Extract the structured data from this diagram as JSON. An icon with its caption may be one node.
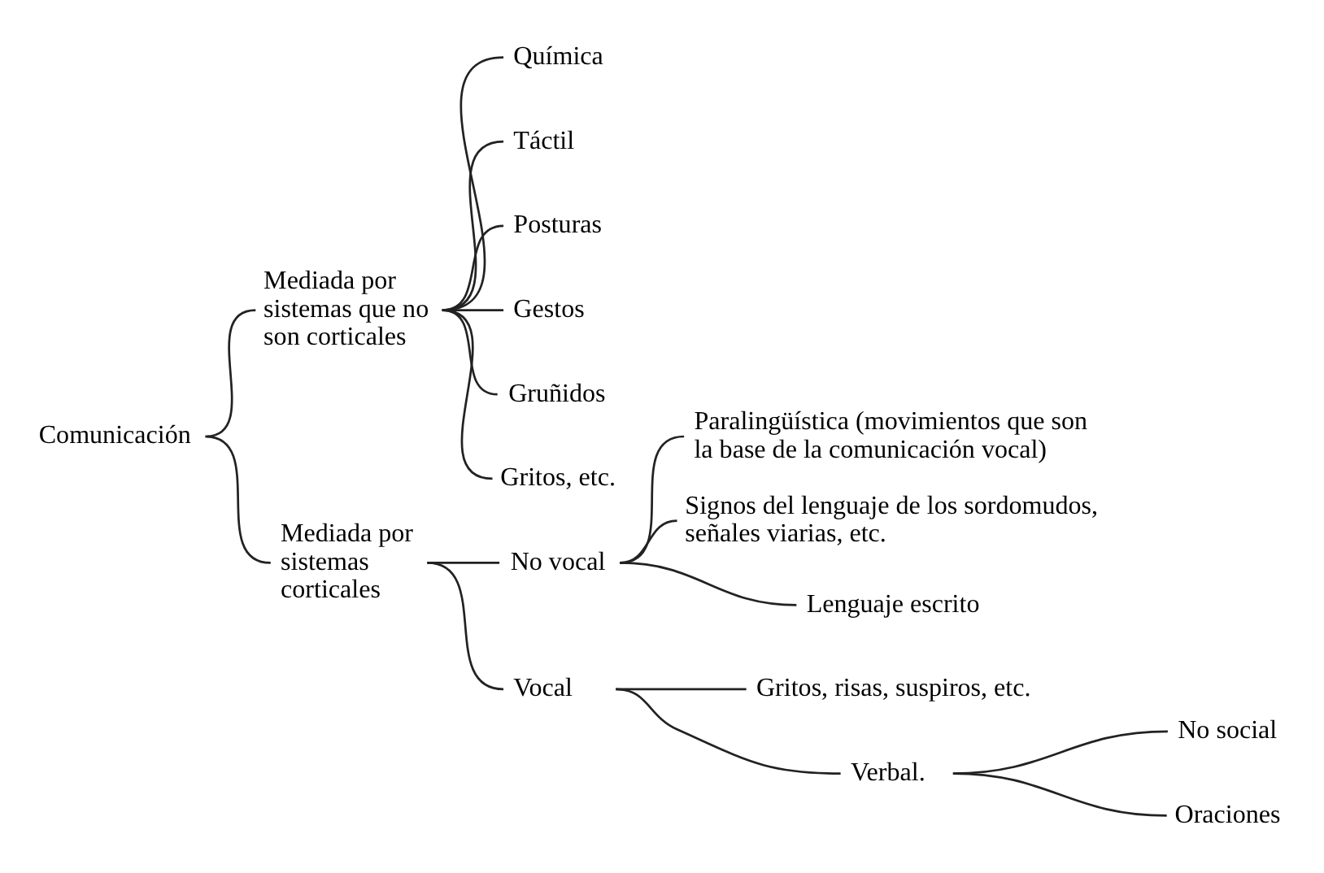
{
  "diagram": {
    "nodes": [
      {
        "text": [
          "Comunicación"
        ]
      },
      {
        "text": [
          "Mediada por sistemas que no son corticales"
        ]
      },
      {
        "text": [
          "Química"
        ]
      },
      {
        "text": [
          "Táctil"
        ]
      },
      {
        "text": [
          "Posturas"
        ]
      },
      {
        "text": [
          "Gestos"
        ]
      },
      {
        "text": [
          "Gruñidos"
        ]
      },
      {
        "text": [
          "Gritos, etc."
        ]
      },
      {
        "text": [
          "Mediada por sistemas corticales"
        ]
      },
      {
        "text": [
          "No vocal"
        ]
      },
      {
        "text": [
          "Paralingüística (movimientos que son la base de la comunicación vocal)"
        ]
      },
      {
        "text": [
          "Signos del lenguaje de los sordomudos, señales viarias, etc."
        ]
      },
      {
        "text": [
          "Lenguaje escrito"
        ]
      },
      {
        "text": [
          "Vocal"
        ]
      },
      {
        "text": [
          "Gritos, risas, suspiros, etc."
        ]
      },
      {
        "text": [
          "Verbal."
        ]
      },
      {
        "text": [
          "No social"
        ]
      },
      {
        "text": [
          "Oraciones"
        ]
      }
    ],
    "edges": [
      {
        "from": 0,
        "to": 1,
        "arrow": "none"
      },
      {
        "from": 0,
        "to": 8,
        "arrow": "none"
      },
      {
        "from": 1,
        "to": 2,
        "arrow": "none"
      },
      {
        "from": 1,
        "to": 3,
        "arrow": "none"
      },
      {
        "from": 1,
        "to": 4,
        "arrow": "none"
      },
      {
        "from": 1,
        "to": 5,
        "arrow": "none"
      },
      {
        "from": 1,
        "to": 6,
        "arrow": "none"
      },
      {
        "from": 1,
        "to": 7,
        "arrow": "none"
      },
      {
        "from": 8,
        "to": 9,
        "arrow": "none"
      },
      {
        "from": 8,
        "to": 13,
        "arrow": "none"
      },
      {
        "from": 9,
        "to": 10,
        "arrow": "none"
      },
      {
        "from": 9,
        "to": 11,
        "arrow": "none"
      },
      {
        "from": 9,
        "to": 12,
        "arrow": "none"
      },
      {
        "from": 13,
        "to": 14,
        "arrow": "none"
      },
      {
        "from": 13,
        "to": 15,
        "arrow": "none"
      },
      {
        "from": 15,
        "to": 16,
        "arrow": "none"
      },
      {
        "from": 15,
        "to": 17,
        "arrow": "none"
      }
    ]
  }
}
